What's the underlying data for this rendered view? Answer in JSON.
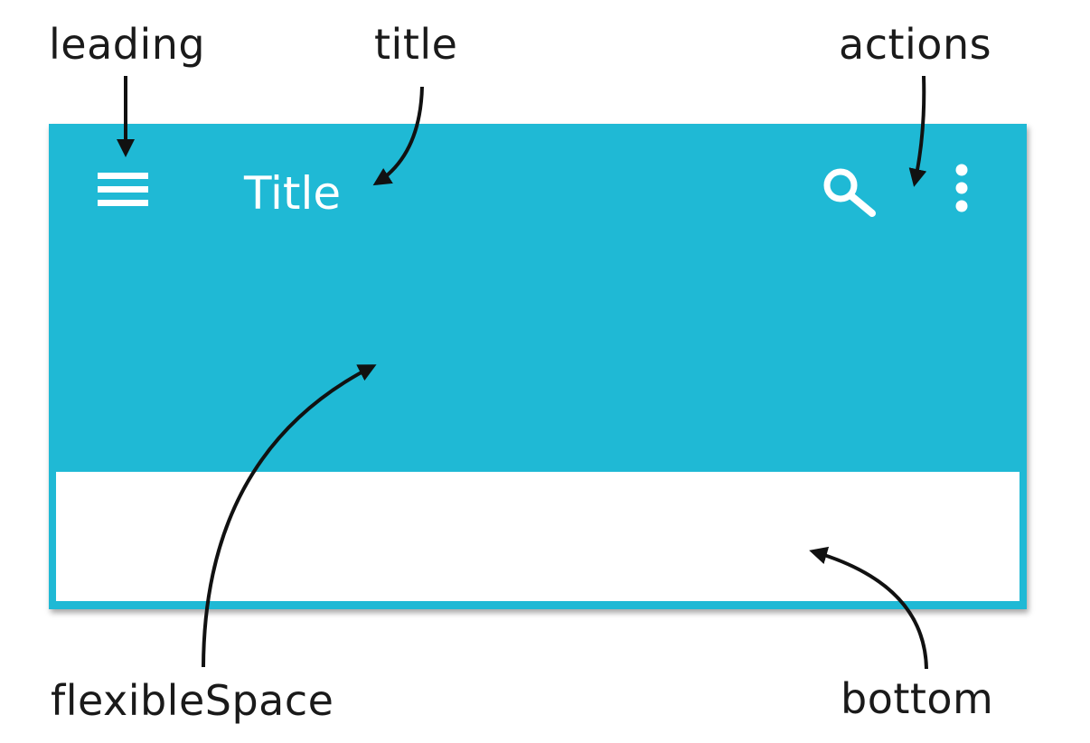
{
  "labels": {
    "leading": "leading",
    "title": "title",
    "actions": "actions",
    "flexible_space": "flexibleSpace",
    "bottom": "bottom"
  },
  "appbar": {
    "title": "Title",
    "background_color": "#1fb9d5",
    "bottom_color": "#ffffff",
    "leading_icon": "menu-icon",
    "action_icons": [
      "search-icon",
      "more-vert-icon"
    ]
  }
}
